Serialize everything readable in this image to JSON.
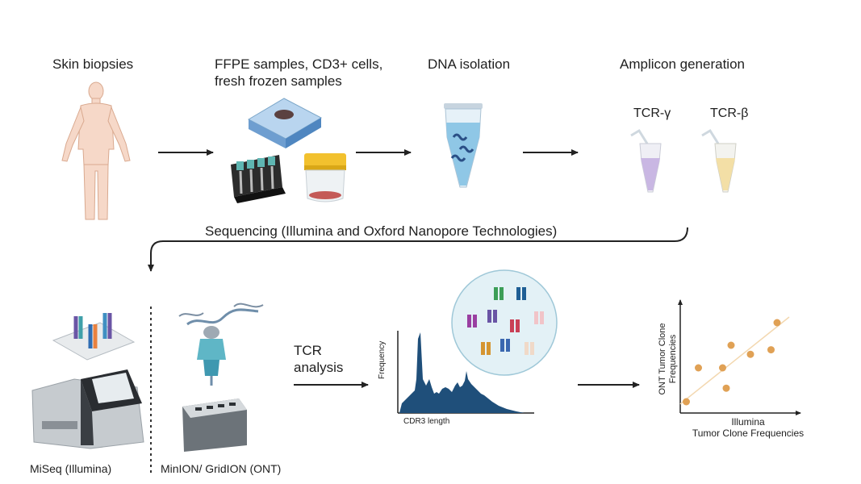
{
  "steps": {
    "skin_biopsies": "Skin biopsies",
    "samples": "FFPE samples, CD3+ cells,\nfresh frozen samples",
    "dna_isolation": "DNA isolation",
    "amplicon_generation": "Amplicon generation",
    "tcr_gamma": "TCR-γ",
    "tcr_beta": "TCR-β",
    "sequencing": "Sequencing (Illumina and Oxford Nanopore Technologies)",
    "miseq": "MiSeq (Illumina)",
    "minion": "MinION/ GridION (ONT)",
    "tcr_analysis": "TCR\nanalysis"
  },
  "histogram": {
    "ylabel": "Frequency",
    "xlabel": "CDR3 length"
  },
  "chart_data": {
    "type": "scatter",
    "xlabel": "Illumina\nTumor Clone Frequencies",
    "ylabel": "ONT Tumor Clone\nFrequencies",
    "points": [
      {
        "x": 0.05,
        "y": 0.1
      },
      {
        "x": 0.15,
        "y": 0.4
      },
      {
        "x": 0.35,
        "y": 0.4
      },
      {
        "x": 0.38,
        "y": 0.22
      },
      {
        "x": 0.42,
        "y": 0.6
      },
      {
        "x": 0.58,
        "y": 0.52
      },
      {
        "x": 0.75,
        "y": 0.56
      },
      {
        "x": 0.8,
        "y": 0.8
      }
    ],
    "trendline": [
      {
        "x": 0.0,
        "y": 0.08
      },
      {
        "x": 0.9,
        "y": 0.85
      }
    ],
    "colors": {
      "point": "#e0a155",
      "trend": "#f3d8b0"
    }
  },
  "colors": {
    "arrow": "#222222",
    "skin": "#f6d8c8",
    "dark_blue": "#1f4f7a"
  }
}
